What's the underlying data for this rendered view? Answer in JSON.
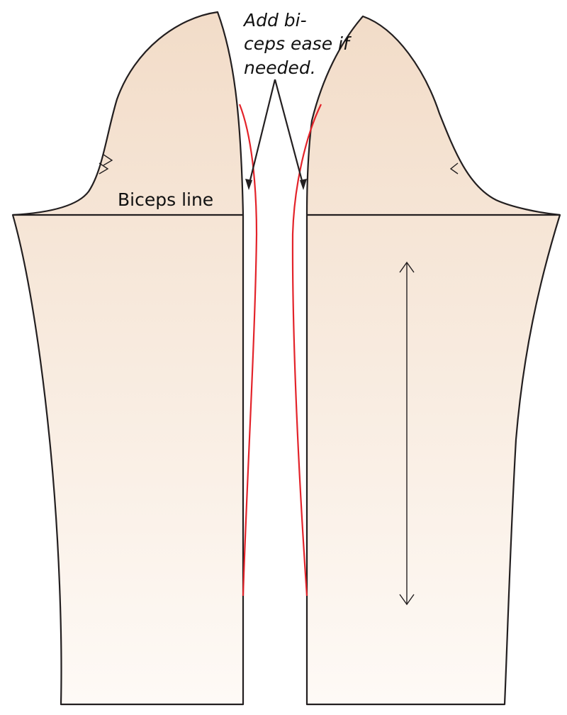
{
  "labels": {
    "biceps_line": "Biceps line",
    "note_line1": "Add bi-",
    "note_line2": "ceps ease if",
    "note_line3": "needed."
  },
  "colors": {
    "fabric_top": "#f2dcc8",
    "fabric_bottom": "#fefaf6",
    "outline": "#231f20",
    "adjustment_line": "#e3232a"
  },
  "icons": [
    "notch-icon",
    "grainline-arrow-icon",
    "pointer-arrow-icon"
  ]
}
